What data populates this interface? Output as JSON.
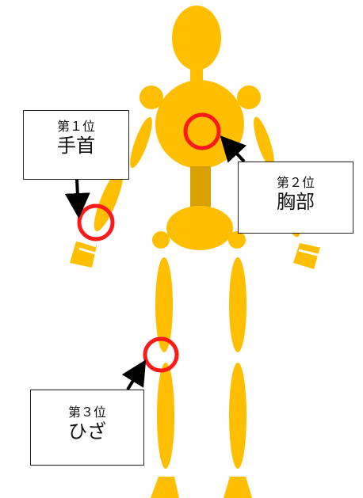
{
  "colors": {
    "body_fill": "#ffbf00",
    "spine_fill": "#d9a100",
    "marker_stroke": "#ff1a1a",
    "arrow_color": "#000000",
    "box_border": "#222222"
  },
  "labels": [
    {
      "rank": "第１位",
      "part": "手首"
    },
    {
      "rank": "第２位",
      "part": "胸部"
    },
    {
      "rank": "第３位",
      "part": "ひざ"
    }
  ]
}
